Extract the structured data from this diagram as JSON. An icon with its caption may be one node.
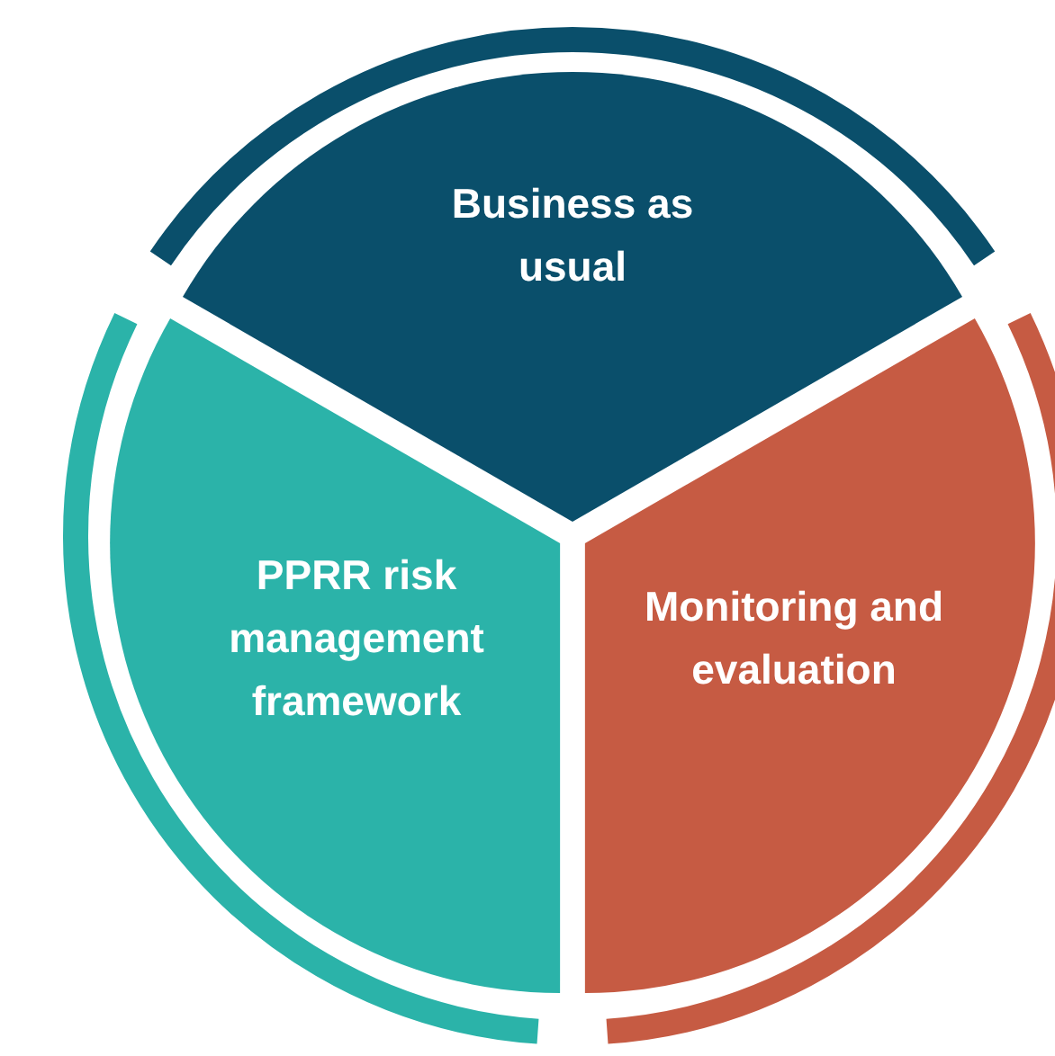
{
  "diagram": {
    "nodes": [
      {
        "text": [
          "Business as usual"
        ]
      },
      {
        "text": [
          "PPRR risk management framework"
        ]
      },
      {
        "text": [
          "Monitoring and evaluation"
        ]
      }
    ]
  }
}
